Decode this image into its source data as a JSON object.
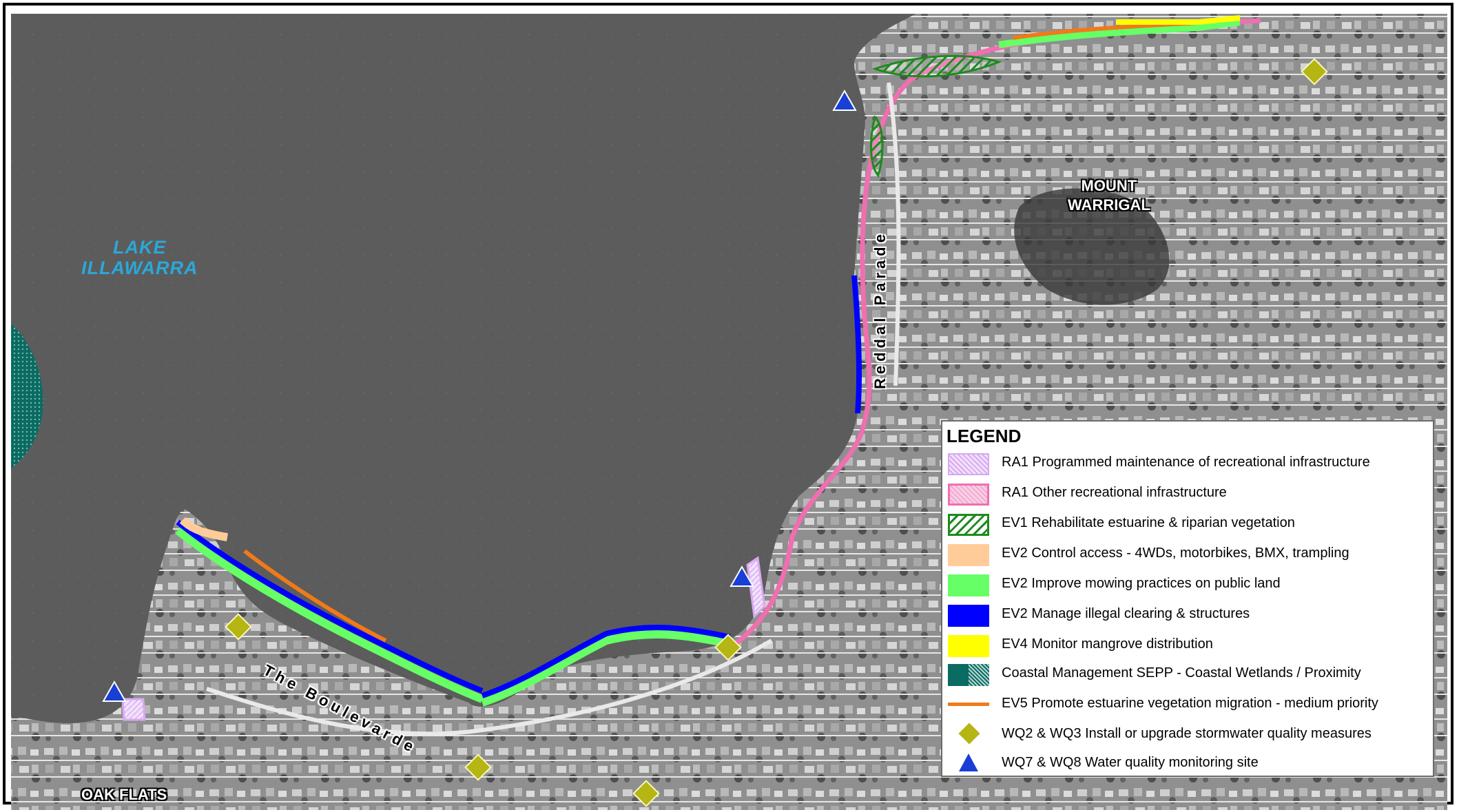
{
  "map": {
    "place_labels": [
      "MOUNT\nWARRIGAL",
      "OAK FLATS"
    ],
    "lake_label": "LAKE\nILLAWARRA",
    "roads": [
      "Reddal Parade",
      "The Boulevarde"
    ]
  },
  "legend": {
    "title": "LEGEND",
    "items": [
      {
        "label": "RA1 Programmed maintenance of recreational infrastructure",
        "symbol": "pale-violet-hatched-polygon",
        "color": "#d9a8f0"
      },
      {
        "label": "RA1 Other recreational infrastructure",
        "symbol": "pink-hatched-polygon",
        "color": "#ef6fb0"
      },
      {
        "label": "EV1 Rehabilitate estuarine & riparian vegetation",
        "symbol": "green-diagonal-hatch",
        "color": "#1e8a1e"
      },
      {
        "label": "EV2 Control access - 4WDs, motorbikes, BMX, trampling",
        "symbol": "peach-fill",
        "color": "#ffcc99"
      },
      {
        "label": "EV2 Improve mowing practices on public land",
        "symbol": "light-green-fill",
        "color": "#66ff66"
      },
      {
        "label": "EV2 Manage illegal clearing & structures",
        "symbol": "blue-fill",
        "color": "#0000ff"
      },
      {
        "label": "EV4 Monitor mangrove distribution",
        "symbol": "yellow-fill",
        "color": "#ffff00"
      },
      {
        "label": "Coastal Management SEPP - Coastal Wetlands / Proximity",
        "symbol": "teal-dotted-fill",
        "color": "#0a6b62"
      },
      {
        "label": "EV5 Promote estuarine vegetation migration - medium priority",
        "symbol": "orange-line",
        "color": "#f07a1a"
      },
      {
        "label": "WQ2 & WQ3 Install or upgrade stormwater quality measures",
        "symbol": "olive-diamond-icon",
        "color": "#b5b514"
      },
      {
        "label": "WQ7 & WQ8 Water quality monitoring site",
        "symbol": "blue-triangle-icon",
        "color": "#1a3fd6"
      }
    ]
  }
}
